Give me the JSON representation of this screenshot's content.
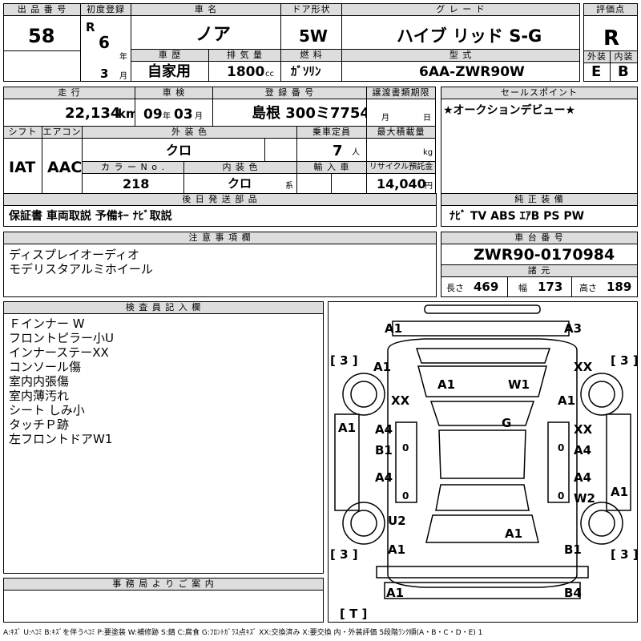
{
  "lot": {
    "label": "出 品 番 号",
    "value": "58"
  },
  "first_reg": {
    "label": "初度登録",
    "era": "R",
    "year": "6",
    "year_unit": "年",
    "month": "3",
    "month_unit": "月"
  },
  "car_name": {
    "label": "車 名",
    "value": "ノア"
  },
  "door": {
    "label": "ドア形状",
    "value": "5W"
  },
  "grade": {
    "label": "グ レ ー ド",
    "value": "ハイブ リッド S-G"
  },
  "score": {
    "label": "評価点",
    "value": "R",
    "ext_label": "外装",
    "int_label": "内装",
    "ext": "E",
    "int": "B"
  },
  "history": {
    "label": "車 歴",
    "value": "自家用"
  },
  "displacement": {
    "label": "排 気 量",
    "value": "1800",
    "unit": "cc"
  },
  "fuel": {
    "label": "燃 料",
    "value": "ｶﾞｿﾘﾝ"
  },
  "model": {
    "label": "型 式",
    "value": "6AA-ZWR90W"
  },
  "mileage": {
    "label": "走 行",
    "value": "22,134",
    "unit": "km"
  },
  "inspection": {
    "label": "車 検",
    "y": "09",
    "y_unit": "年",
    "m": "03",
    "m_unit": "月"
  },
  "reg_number": {
    "label": "登 録 番 号",
    "value": "島根 300ミ7754"
  },
  "transfer": {
    "label": "譲渡書類期限",
    "m_unit": "月",
    "d_unit": "日"
  },
  "sales_point": {
    "label": "セールスポイント",
    "text": "★オークションデビュー★"
  },
  "shift": {
    "label": "シフト",
    "value": "IAT"
  },
  "aircon": {
    "label": "エアコン",
    "value": "AAC"
  },
  "ext_color": {
    "label": "外 装 色",
    "value": "クロ"
  },
  "capacity": {
    "label": "乗車定員",
    "value": "7",
    "unit": "人"
  },
  "max_load": {
    "label": "最大積載量",
    "unit": "kg"
  },
  "color_no": {
    "label": "カ ラ ー N o .",
    "value": "218"
  },
  "int_color": {
    "label": "内 装 色",
    "value": "クロ",
    "unit": "系"
  },
  "import": {
    "label": "輸 入 車"
  },
  "recycle": {
    "label": "リサイクル預託金",
    "value": "14,040",
    "unit": "円"
  },
  "later_parts": {
    "label": "後 日 発 送 部 品",
    "value": "保証書 車両取説 予備ｷｰ ﾅﾋﾞ取説"
  },
  "equipment": {
    "label": "純 正 装 備",
    "value": "ﾅﾋﾞ TV ABS ｴｱB PS PW"
  },
  "notes": {
    "label": "注 意 事 項 欄",
    "lines": [
      "ディスプレイオーディオ",
      "モデリスタアルミホイール"
    ]
  },
  "chassis": {
    "label": "車 台 番 号",
    "value": "ZWR90-0170984",
    "dims_label": "諸 元",
    "len_label": "長さ",
    "len": "469",
    "wid_label": "幅",
    "wid": "173",
    "hgt_label": "高さ",
    "hgt": "189"
  },
  "inspector": {
    "label": "検 査 員 記 入 欄",
    "lines": [
      "Ｆインナー W",
      "フロントピラー小U",
      "インナーステーXX",
      "コンソール傷",
      "室内内張傷",
      "室内薄汚れ",
      "シート しみ小",
      "タッチＰ跡",
      "左フロントドアW1"
    ]
  },
  "office": {
    "label": "事 務 局 よ り ご 案 内"
  },
  "legend": "A:ｷｽﾞ U:ﾍｺﾐ B:ｷｽﾞを伴うﾍｺﾐ P:要塗装 W:補修跡 S:錆 C:腐食 G:ﾌﾛﾝﾄｶﾞﾗｽ点ｷｽﾞ XX:交換済み X:要交換 内・外装評価 5段階ﾗﾝｸ順(A・B・C・D・E) 1",
  "diagram": {
    "tire_l_top": "[ 3 ]",
    "tire_r_top": "[ 3 ]",
    "tire_l_bot": "[ 3 ]",
    "tire_r_bot": "[ 3 ]",
    "spare": "[ T ]",
    "marks": {
      "front_bumper_l": "A1",
      "front_bumper_r": "A3",
      "fender_l": "A1",
      "fender_r": "XX",
      "hood_l": "A1",
      "hood_r": "W1",
      "pillar_l": "XX",
      "pillar_r": "A1",
      "side_l": "A1",
      "roof": "G",
      "door_fl_1": "A4",
      "door_fl_2": "B1",
      "door_fr_1": "XX",
      "door_fr_2": "A4",
      "door_rl": "A4",
      "door_rr_1": "A4",
      "door_rr_2": "W2",
      "side_r": "A1",
      "rear_l": "U2",
      "rear_l2": "A1",
      "trunk": "A1",
      "rear_r": "B1",
      "rear_bumper_l": "A1",
      "rear_bumper_r": "B4",
      "zero_l1": "0",
      "zero_r1": "0",
      "zero_l2": "0",
      "zero_r2": "0"
    }
  }
}
